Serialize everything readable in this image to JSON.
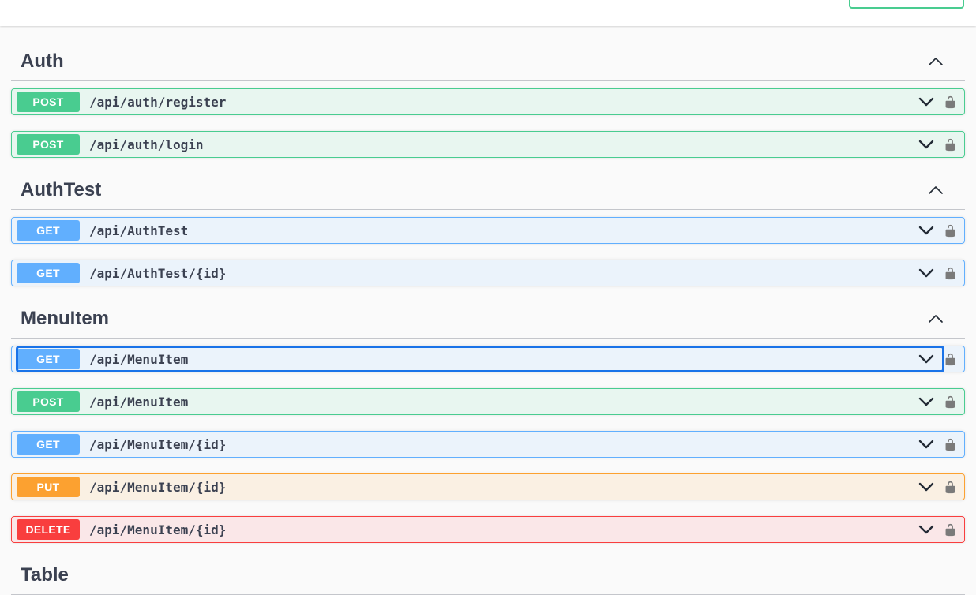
{
  "scheme_bar": {
    "authorize_button": {
      "visible": "partial-bottom-edge",
      "border_color": "#49cc90"
    }
  },
  "sections": [
    {
      "name": "Auth",
      "endpoints": [
        {
          "method": "POST",
          "path": "/api/auth/register"
        },
        {
          "method": "POST",
          "path": "/api/auth/login"
        }
      ]
    },
    {
      "name": "AuthTest",
      "endpoints": [
        {
          "method": "GET",
          "path": "/api/AuthTest"
        },
        {
          "method": "GET",
          "path": "/api/AuthTest/{id}"
        }
      ]
    },
    {
      "name": "MenuItem",
      "endpoints": [
        {
          "method": "GET",
          "path": "/api/MenuItem",
          "focused": true
        },
        {
          "method": "POST",
          "path": "/api/MenuItem"
        },
        {
          "method": "GET",
          "path": "/api/MenuItem/{id}"
        },
        {
          "method": "PUT",
          "path": "/api/MenuItem/{id}"
        },
        {
          "method": "DELETE",
          "path": "/api/MenuItem/{id}"
        }
      ]
    },
    {
      "name": "Table",
      "visible": "partial-top-edge",
      "endpoints": []
    }
  ],
  "focused_endpoint": {
    "section": "MenuItem",
    "method": "GET",
    "path": "/api/MenuItem"
  },
  "icons": {
    "row_expand": "chevron-down",
    "section_collapse": "chevron-up",
    "auth_state": "unlocked-padlock"
  },
  "colors": {
    "get": "#61affe",
    "post": "#49cc90",
    "put": "#fca130",
    "delete": "#f93e3e",
    "focus_ring": "#1a73e8",
    "heading_text": "#3b4151",
    "lock_icon": "#7a7a7a",
    "page_background": "#fafafa"
  }
}
